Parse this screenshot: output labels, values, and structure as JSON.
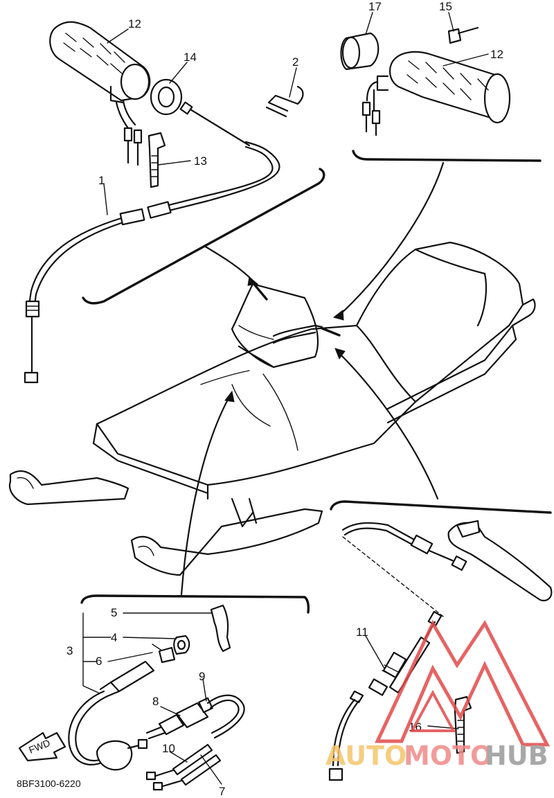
{
  "diagram": {
    "part_numbers": {
      "p1": "1",
      "p2": "2",
      "p3": "3",
      "p4": "4",
      "p5": "5",
      "p6": "6",
      "p7": "7",
      "p8": "8",
      "p9": "9",
      "p10": "10",
      "p11": "11",
      "p12_left": "12",
      "p12_right": "12",
      "p13": "13",
      "p14": "14",
      "p15": "15",
      "p16": "16",
      "p17": "17"
    },
    "fwd_label": "FWD",
    "drawing_code": "8BF3100-6220"
  },
  "watermark": {
    "part1": "AUTO",
    "part2": "MOTO",
    "part3": "HUB",
    "colors": {
      "auto": "#f5c56c",
      "moto": "#ef8a88",
      "hub": "#9a9a9a",
      "logo": "#e24a4a"
    }
  }
}
